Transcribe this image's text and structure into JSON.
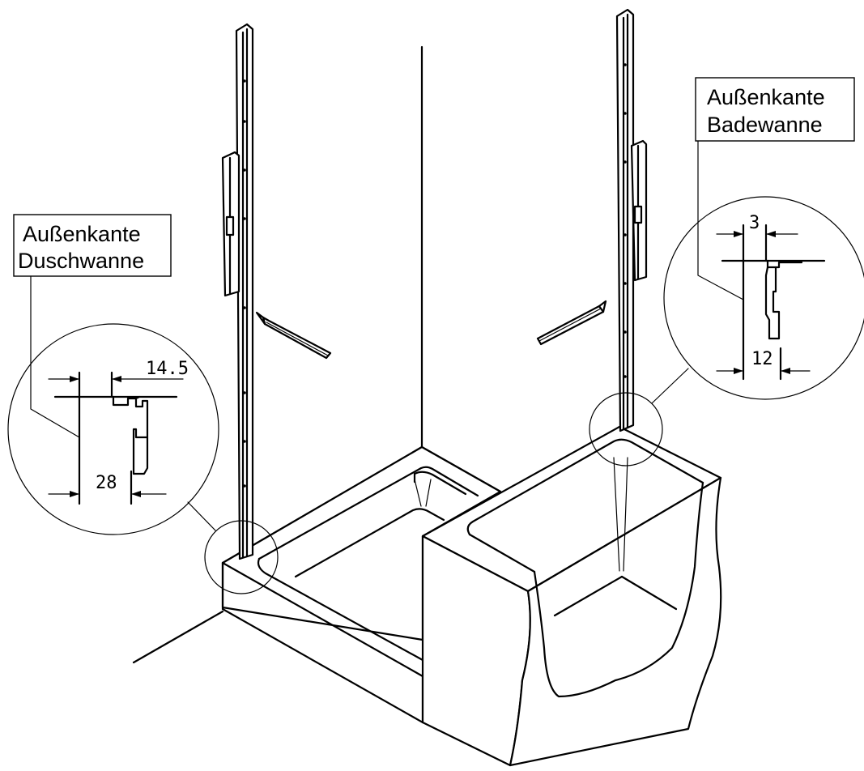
{
  "labels": {
    "shower_tray_edge": [
      "Außenkante",
      "Duschwanne"
    ],
    "bathtub_edge": [
      "Außenkante",
      "Badewanne"
    ]
  },
  "dimensions": {
    "shower_top": "14.5",
    "shower_bottom": "28",
    "bathtub_top": "3",
    "bathtub_bottom": "12"
  }
}
